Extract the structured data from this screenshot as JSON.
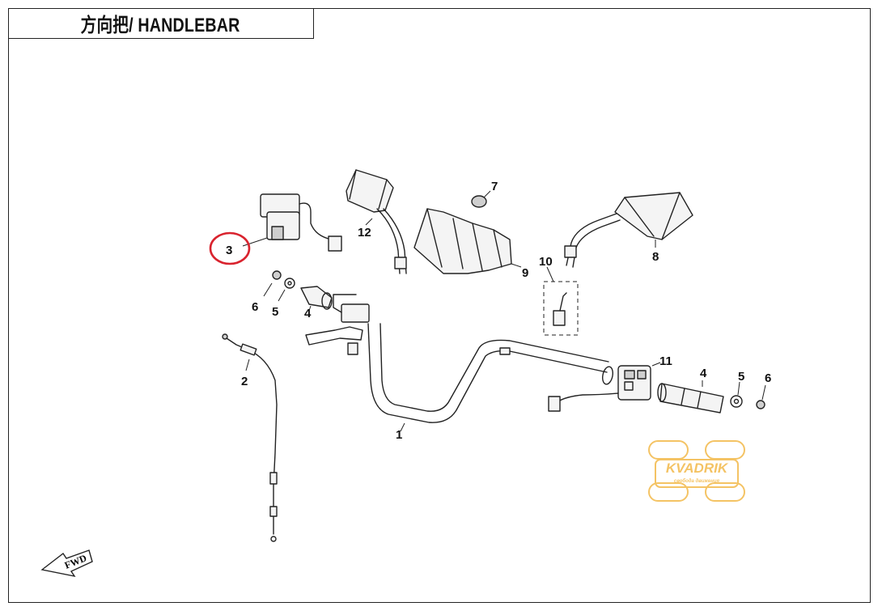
{
  "title": "方向把/ HANDLEBAR",
  "callouts": {
    "c1": "1",
    "c2": "2",
    "c3": "3",
    "c4_left": "4",
    "c4_right": "4",
    "c5_left": "5",
    "c5_right": "5",
    "c6_left": "6",
    "c6_right": "6",
    "c7": "7",
    "c8": "8",
    "c9": "9",
    "c10": "10",
    "c11": "11",
    "c12": "12"
  },
  "fwd_label": "FWD",
  "watermark": {
    "brand": "KVADRIK",
    "tagline": "свобода движения"
  },
  "highlight_color": "#d9232e",
  "watermark_color": "#f3b94a"
}
